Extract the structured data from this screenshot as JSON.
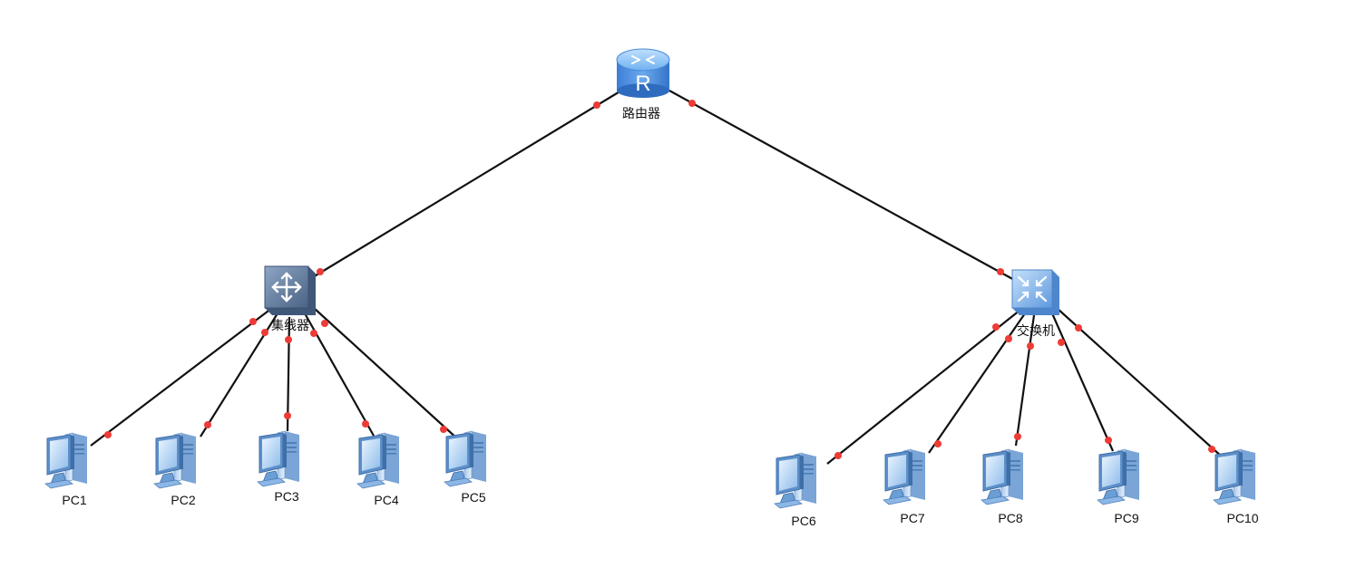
{
  "topology": {
    "router": {
      "label": "路由器",
      "icon": "router-icon"
    },
    "hub": {
      "label": "集线器",
      "icon": "hub-icon"
    },
    "switch": {
      "label": "交换机",
      "icon": "switch-icon"
    },
    "pcs": [
      {
        "id": "pc1",
        "label": "PC1",
        "uplink": "hub"
      },
      {
        "id": "pc2",
        "label": "PC2",
        "uplink": "hub"
      },
      {
        "id": "pc3",
        "label": "PC3",
        "uplink": "hub"
      },
      {
        "id": "pc4",
        "label": "PC4",
        "uplink": "hub"
      },
      {
        "id": "pc5",
        "label": "PC5",
        "uplink": "hub"
      },
      {
        "id": "pc6",
        "label": "PC6",
        "uplink": "switch"
      },
      {
        "id": "pc7",
        "label": "PC7",
        "uplink": "switch"
      },
      {
        "id": "pc8",
        "label": "PC8",
        "uplink": "switch"
      },
      {
        "id": "pc9",
        "label": "PC9",
        "uplink": "switch"
      },
      {
        "id": "pc10",
        "label": "PC10",
        "uplink": "switch"
      }
    ],
    "links": [
      {
        "from": "router",
        "to": "hub"
      },
      {
        "from": "router",
        "to": "switch"
      },
      {
        "from": "hub",
        "to": "pc1"
      },
      {
        "from": "hub",
        "to": "pc2"
      },
      {
        "from": "hub",
        "to": "pc3"
      },
      {
        "from": "hub",
        "to": "pc4"
      },
      {
        "from": "hub",
        "to": "pc5"
      },
      {
        "from": "switch",
        "to": "pc6"
      },
      {
        "from": "switch",
        "to": "pc7"
      },
      {
        "from": "switch",
        "to": "pc8"
      },
      {
        "from": "switch",
        "to": "pc9"
      },
      {
        "from": "switch",
        "to": "pc10"
      }
    ]
  },
  "colors": {
    "link": "#111111",
    "port_dot": "#ee3b36",
    "router_blue": "#4f8fdc",
    "hub_slate": "#5a7291",
    "switch_blue": "#7fb3ea",
    "pc_blue": "#6c9ed6"
  }
}
